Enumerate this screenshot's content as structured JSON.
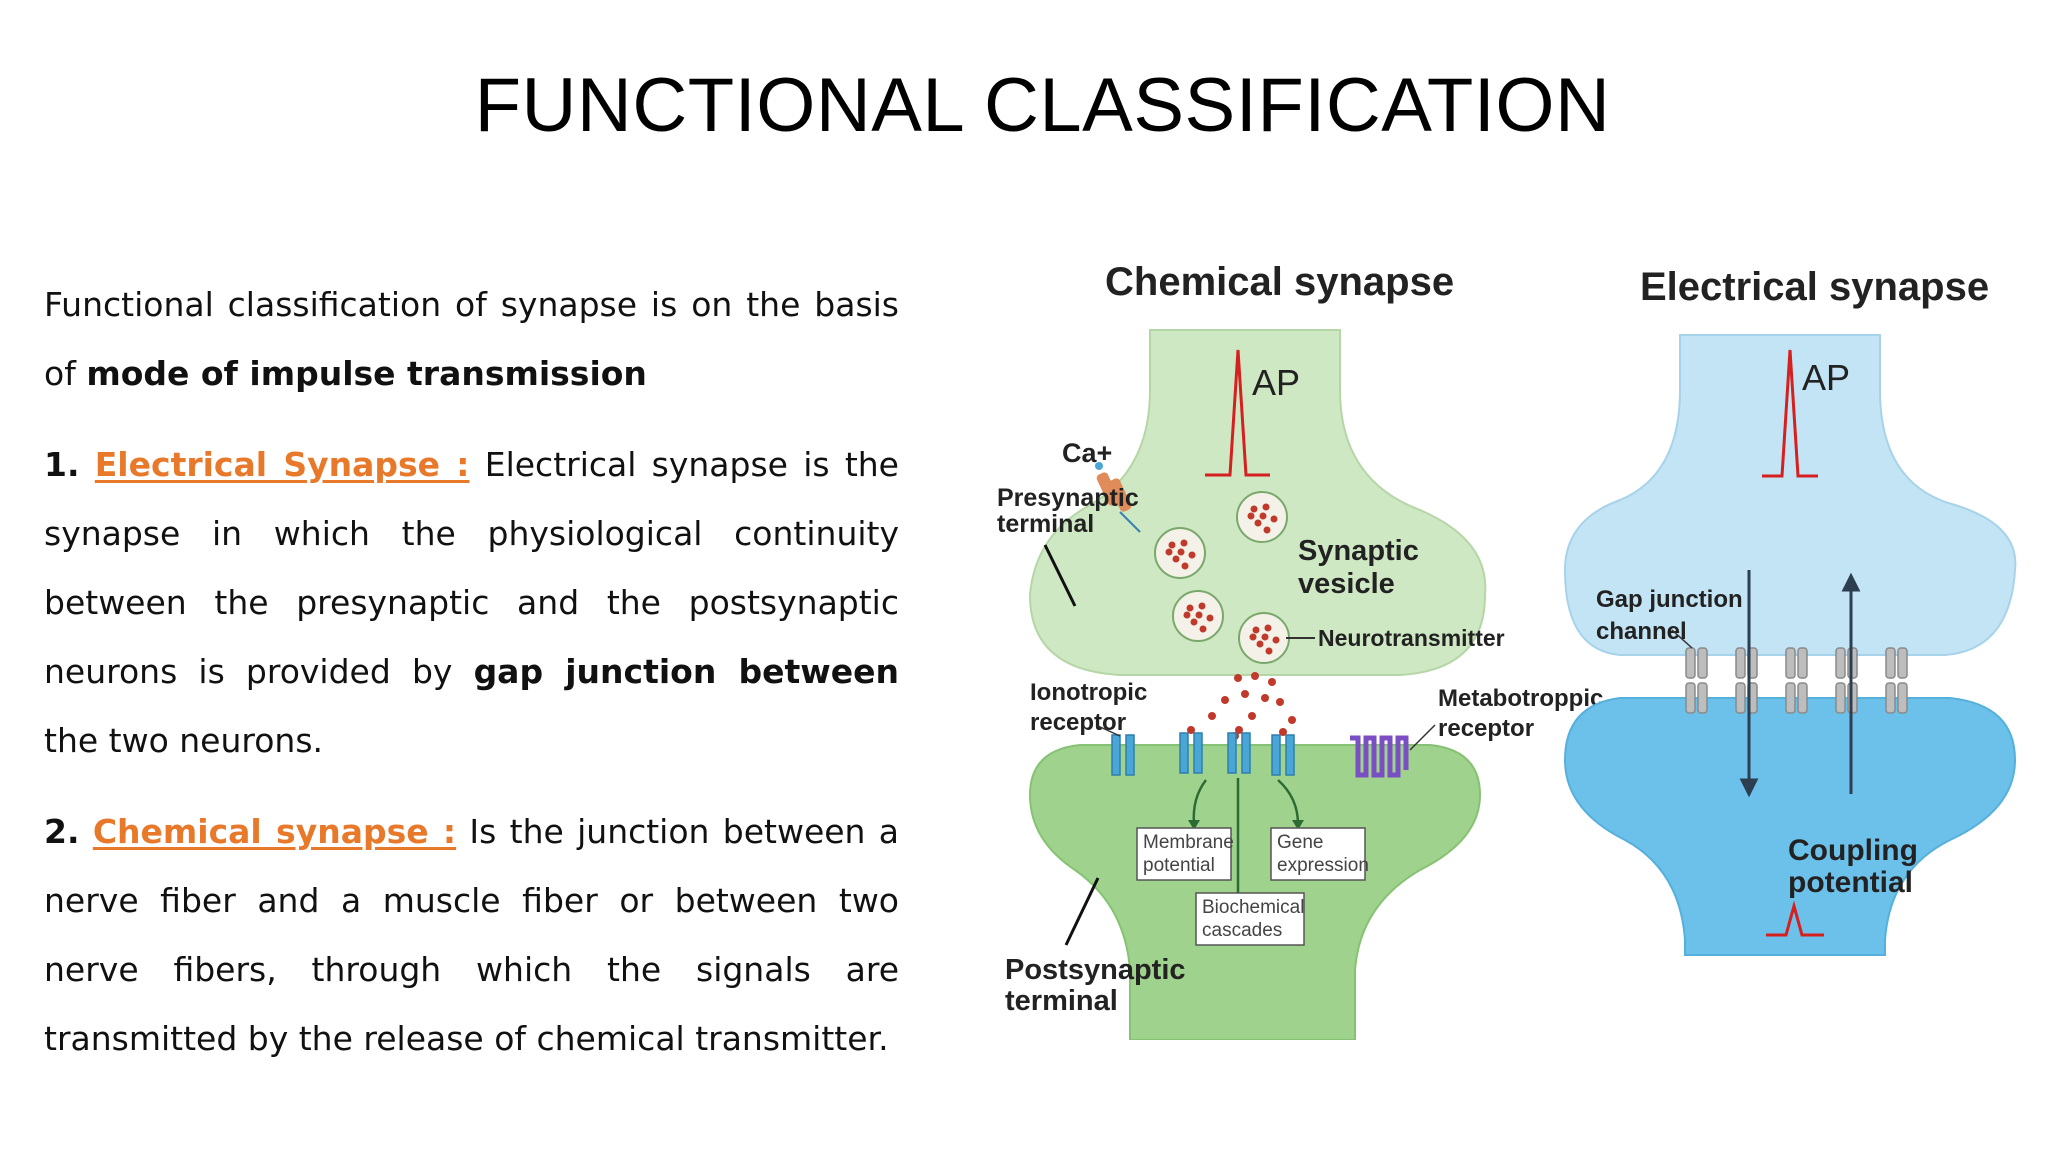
{
  "slide": {
    "title": "FUNCTIONAL CLASSIFICATION",
    "intro": {
      "text": "Functional classification of synapse is on the basis of",
      "bold": "mode of impulse transmission"
    },
    "electrical": {
      "number": "1.",
      "label": "Electrical Synapse :",
      "text1": " Electrical synapse is the synapse in which the physiological continuity between the presynaptic and the postsynaptic neurons is provided by ",
      "bold": "gap junction between",
      "text2": " the two neurons."
    },
    "chemical": {
      "number": "2.",
      "label": "Chemical synapse :",
      "text": " Is the junction between a nerve fiber and a muscle fiber or between two nerve fibers, through which the signals are transmitted by the release of chemical transmitter."
    }
  },
  "diagram": {
    "chemical_title": "Chemical synapse",
    "electrical_title": "Electrical synapse",
    "ap_left": "AP",
    "ap_right": "AP",
    "ca": "Ca+",
    "presynaptic_1": "Presynaptic",
    "presynaptic_2": "terminal",
    "synaptic_1": "Synaptic",
    "synaptic_2": "vesicle",
    "neurotransmitter": "Neurotransmitter",
    "ionotropic_1": "Ionotropic",
    "ionotropic_2": "receptor",
    "metabotropic_1": "Metabotroppic",
    "metabotropic_2": "receptor",
    "membrane_1": "Membrane",
    "membrane_2": "potential",
    "gene_1": "Gene",
    "gene_2": "expression",
    "bio_1": "Biochemical",
    "bio_2": "cascades",
    "postsynaptic_1": "Postsynaptic",
    "postsynaptic_2": "terminal",
    "gap_1": "Gap junction",
    "gap_2": "channel",
    "coupling_1": "Coupling",
    "coupling_2": "potential",
    "colors": {
      "chem_pre": "#cfe8c4",
      "chem_post": "#9fd38d",
      "elec_pre": "#c3e4f5",
      "elec_post": "#6cc1ea",
      "vesicle": "#c0392b",
      "receptor": "#4aa6d6",
      "metabotropic": "#7b4fc4",
      "ap": "#d62020",
      "accent": "#e8792b"
    }
  }
}
